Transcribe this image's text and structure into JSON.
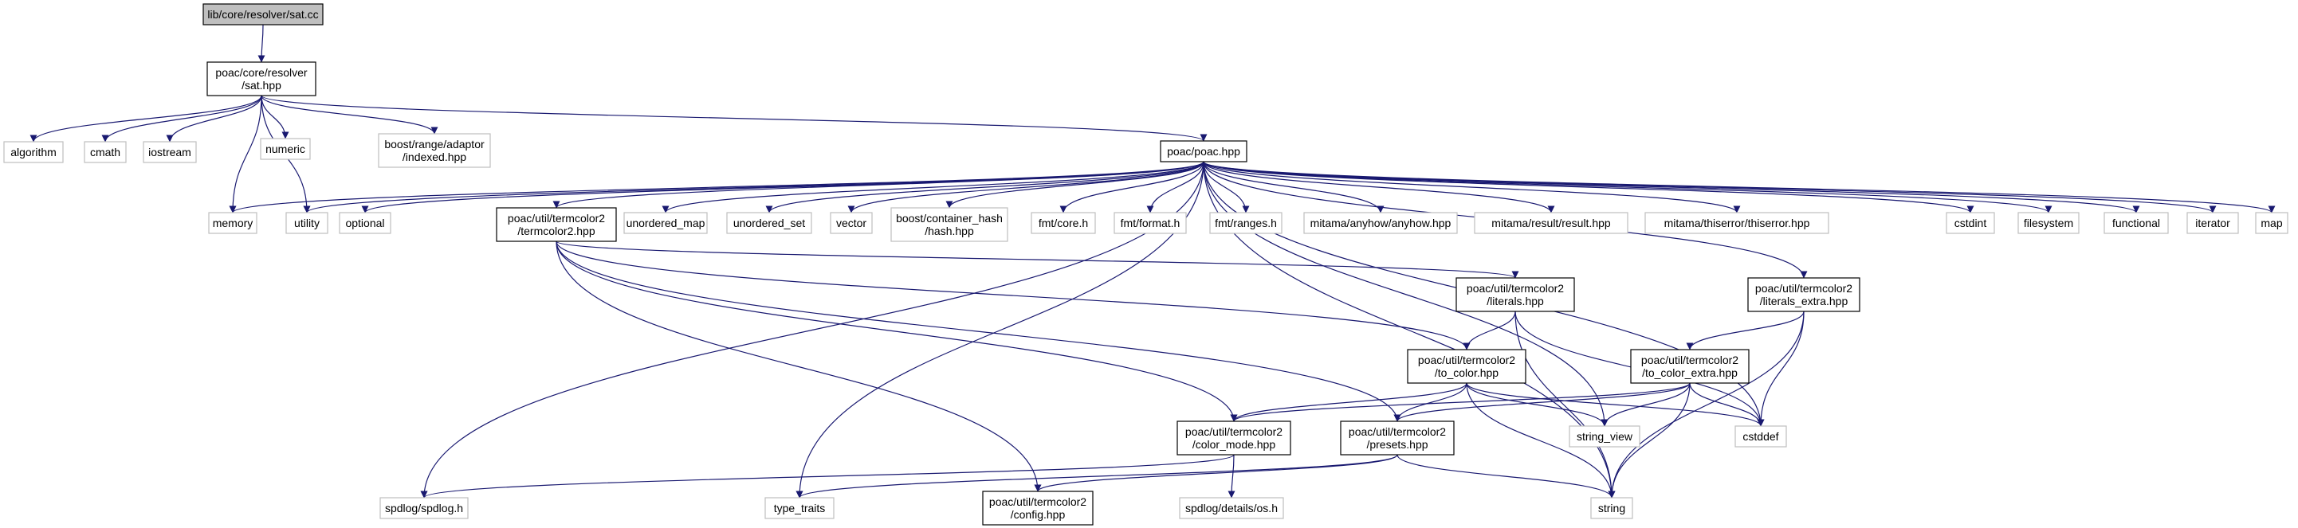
{
  "colors": {
    "edge": "#191970",
    "root_fill": "#bfbfbf",
    "documented_border": "#000000",
    "external_border": "#bfbfbf",
    "background": "#ffffff"
  },
  "nodes": [
    {
      "id": "sat_cc",
      "lines": [
        "lib/core/resolver/sat.cc"
      ],
      "kind": "root"
    },
    {
      "id": "sat_hpp",
      "lines": [
        "poac/core/resolver",
        "/sat.hpp"
      ],
      "kind": "doc"
    },
    {
      "id": "algorithm",
      "lines": [
        "algorithm"
      ],
      "kind": "ext"
    },
    {
      "id": "cmath",
      "lines": [
        "cmath"
      ],
      "kind": "ext"
    },
    {
      "id": "iostream",
      "lines": [
        "iostream"
      ],
      "kind": "ext"
    },
    {
      "id": "numeric",
      "lines": [
        "numeric"
      ],
      "kind": "ext"
    },
    {
      "id": "indexed",
      "lines": [
        "boost/range/adaptor",
        "/indexed.hpp"
      ],
      "kind": "ext"
    },
    {
      "id": "poac_hpp",
      "lines": [
        "poac/poac.hpp"
      ],
      "kind": "doc"
    },
    {
      "id": "memory",
      "lines": [
        "memory"
      ],
      "kind": "ext"
    },
    {
      "id": "utility",
      "lines": [
        "utility"
      ],
      "kind": "ext"
    },
    {
      "id": "optional",
      "lines": [
        "optional"
      ],
      "kind": "ext"
    },
    {
      "id": "termcolor2",
      "lines": [
        "poac/util/termcolor2",
        "/termcolor2.hpp"
      ],
      "kind": "doc"
    },
    {
      "id": "unordered_map",
      "lines": [
        "unordered_map"
      ],
      "kind": "ext"
    },
    {
      "id": "unordered_set",
      "lines": [
        "unordered_set"
      ],
      "kind": "ext"
    },
    {
      "id": "vector",
      "lines": [
        "vector"
      ],
      "kind": "ext"
    },
    {
      "id": "hash",
      "lines": [
        "boost/container_hash",
        "/hash.hpp"
      ],
      "kind": "ext"
    },
    {
      "id": "fmt_core",
      "lines": [
        "fmt/core.h"
      ],
      "kind": "ext"
    },
    {
      "id": "fmt_format",
      "lines": [
        "fmt/format.h"
      ],
      "kind": "ext"
    },
    {
      "id": "fmt_ranges",
      "lines": [
        "fmt/ranges.h"
      ],
      "kind": "ext"
    },
    {
      "id": "anyhow",
      "lines": [
        "mitama/anyhow/anyhow.hpp"
      ],
      "kind": "ext"
    },
    {
      "id": "result",
      "lines": [
        "mitama/result/result.hpp"
      ],
      "kind": "ext"
    },
    {
      "id": "thiserror",
      "lines": [
        "mitama/thiserror/thiserror.hpp"
      ],
      "kind": "ext"
    },
    {
      "id": "cstdint",
      "lines": [
        "cstdint"
      ],
      "kind": "ext"
    },
    {
      "id": "filesystem",
      "lines": [
        "filesystem"
      ],
      "kind": "ext"
    },
    {
      "id": "functional",
      "lines": [
        "functional"
      ],
      "kind": "ext"
    },
    {
      "id": "iterator",
      "lines": [
        "iterator"
      ],
      "kind": "ext"
    },
    {
      "id": "map",
      "lines": [
        "map"
      ],
      "kind": "ext"
    },
    {
      "id": "literals",
      "lines": [
        "poac/util/termcolor2",
        "/literals.hpp"
      ],
      "kind": "doc"
    },
    {
      "id": "literals_extra",
      "lines": [
        "poac/util/termcolor2",
        "/literals_extra.hpp"
      ],
      "kind": "doc"
    },
    {
      "id": "to_color",
      "lines": [
        "poac/util/termcolor2",
        "/to_color.hpp"
      ],
      "kind": "doc"
    },
    {
      "id": "to_color_extra",
      "lines": [
        "poac/util/termcolor2",
        "/to_color_extra.hpp"
      ],
      "kind": "doc"
    },
    {
      "id": "color_mode",
      "lines": [
        "poac/util/termcolor2",
        "/color_mode.hpp"
      ],
      "kind": "doc"
    },
    {
      "id": "presets",
      "lines": [
        "poac/util/termcolor2",
        "/presets.hpp"
      ],
      "kind": "doc"
    },
    {
      "id": "string_view",
      "lines": [
        "string_view"
      ],
      "kind": "ext"
    },
    {
      "id": "cstddef",
      "lines": [
        "cstddef"
      ],
      "kind": "ext"
    },
    {
      "id": "spdlog",
      "lines": [
        "spdlog/spdlog.h"
      ],
      "kind": "ext"
    },
    {
      "id": "type_traits",
      "lines": [
        "type_traits"
      ],
      "kind": "ext"
    },
    {
      "id": "config",
      "lines": [
        "poac/util/termcolor2",
        "/config.hpp"
      ],
      "kind": "doc"
    },
    {
      "id": "os_h",
      "lines": [
        "spdlog/details/os.h"
      ],
      "kind": "ext"
    },
    {
      "id": "string",
      "lines": [
        "string"
      ],
      "kind": "ext"
    }
  ],
  "edges": [
    [
      "sat_cc",
      "sat_hpp"
    ],
    [
      "sat_hpp",
      "algorithm"
    ],
    [
      "sat_hpp",
      "cmath"
    ],
    [
      "sat_hpp",
      "iostream"
    ],
    [
      "sat_hpp",
      "memory"
    ],
    [
      "sat_hpp",
      "numeric"
    ],
    [
      "sat_hpp",
      "utility"
    ],
    [
      "sat_hpp",
      "indexed"
    ],
    [
      "sat_hpp",
      "poac_hpp"
    ],
    [
      "poac_hpp",
      "memory"
    ],
    [
      "poac_hpp",
      "utility"
    ],
    [
      "poac_hpp",
      "optional"
    ],
    [
      "poac_hpp",
      "termcolor2"
    ],
    [
      "poac_hpp",
      "unordered_map"
    ],
    [
      "poac_hpp",
      "unordered_set"
    ],
    [
      "poac_hpp",
      "vector"
    ],
    [
      "poac_hpp",
      "hash"
    ],
    [
      "poac_hpp",
      "fmt_core"
    ],
    [
      "poac_hpp",
      "fmt_format"
    ],
    [
      "poac_hpp",
      "fmt_ranges"
    ],
    [
      "poac_hpp",
      "anyhow"
    ],
    [
      "poac_hpp",
      "result"
    ],
    [
      "poac_hpp",
      "thiserror"
    ],
    [
      "poac_hpp",
      "cstdint"
    ],
    [
      "poac_hpp",
      "filesystem"
    ],
    [
      "poac_hpp",
      "functional"
    ],
    [
      "poac_hpp",
      "iterator"
    ],
    [
      "poac_hpp",
      "map"
    ],
    [
      "poac_hpp",
      "literals_extra"
    ],
    [
      "poac_hpp",
      "string_view"
    ],
    [
      "poac_hpp",
      "cstddef"
    ],
    [
      "poac_hpp",
      "string"
    ],
    [
      "poac_hpp",
      "spdlog"
    ],
    [
      "poac_hpp",
      "type_traits"
    ],
    [
      "termcolor2",
      "literals"
    ],
    [
      "termcolor2",
      "to_color"
    ],
    [
      "termcolor2",
      "color_mode"
    ],
    [
      "termcolor2",
      "presets"
    ],
    [
      "termcolor2",
      "config"
    ],
    [
      "literals",
      "to_color"
    ],
    [
      "literals",
      "cstddef"
    ],
    [
      "literals",
      "string"
    ],
    [
      "literals_extra",
      "to_color_extra"
    ],
    [
      "literals_extra",
      "cstddef"
    ],
    [
      "literals_extra",
      "string"
    ],
    [
      "to_color",
      "color_mode"
    ],
    [
      "to_color",
      "presets"
    ],
    [
      "to_color",
      "string_view"
    ],
    [
      "to_color",
      "cstddef"
    ],
    [
      "to_color",
      "string"
    ],
    [
      "to_color_extra",
      "color_mode"
    ],
    [
      "to_color_extra",
      "presets"
    ],
    [
      "to_color_extra",
      "string_view"
    ],
    [
      "to_color_extra",
      "cstddef"
    ],
    [
      "to_color_extra",
      "string"
    ],
    [
      "color_mode",
      "spdlog"
    ],
    [
      "color_mode",
      "os_h"
    ],
    [
      "presets",
      "type_traits"
    ],
    [
      "presets",
      "config"
    ],
    [
      "presets",
      "string"
    ]
  ]
}
